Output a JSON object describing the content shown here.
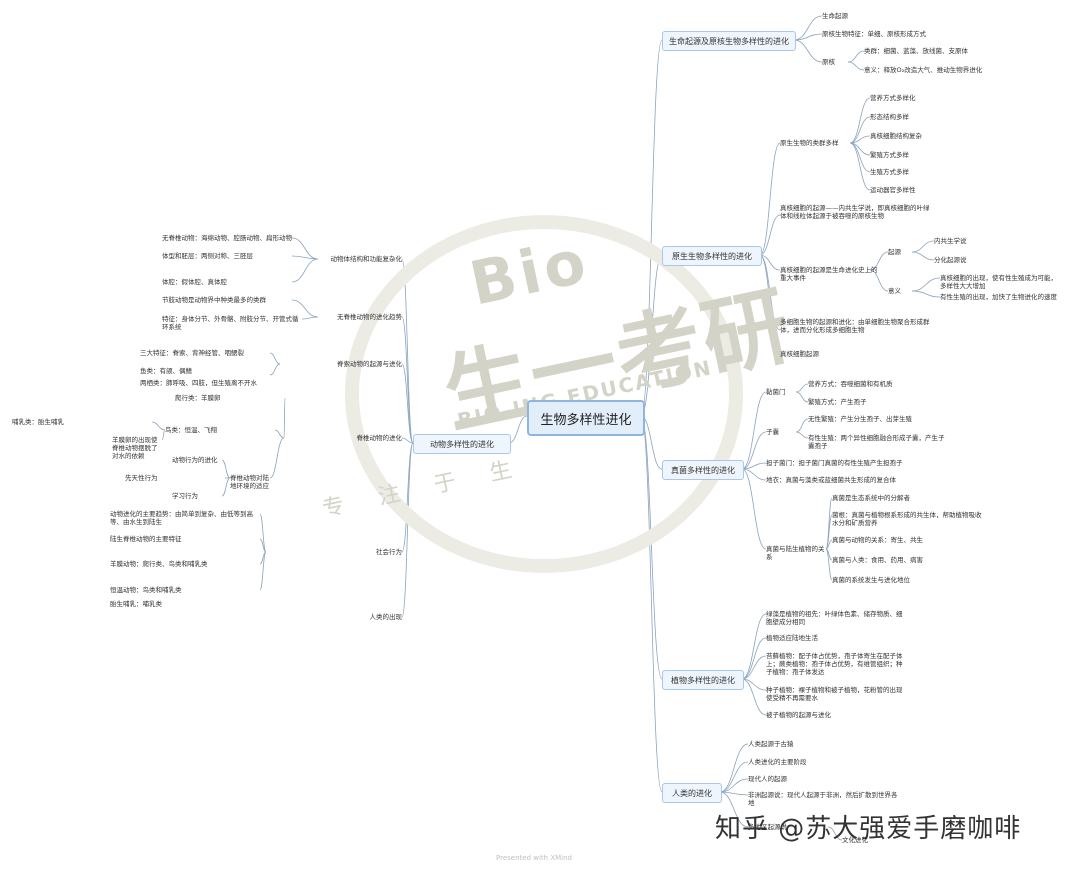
{
  "root": "生物多样性进化",
  "watermark": {
    "bio": "Bio",
    "brand": "生一考研",
    "english": "BIO-ING EDUCATION",
    "motto": "专 注 于 生"
  },
  "right_branches": [
    {
      "title": "生命起源及原核生物多样性的进化",
      "items": [
        {
          "text": "生命起源"
        },
        {
          "text": "原核生物特征：单细、原核形成方式"
        },
        {
          "text": "原核"
        },
        {
          "text": "类群：细菌、蓝藻、放线菌、支原体"
        },
        {
          "text": "意义：释放O₂改造大气、推动生物界进化"
        }
      ]
    },
    {
      "title": "原生生物多样性的进化",
      "items": [
        {
          "text": "原生生物的类群多样"
        },
        {
          "text": "营养方式多样化"
        },
        {
          "text": "形态结构多样"
        },
        {
          "text": "真核细胞结构复杂"
        },
        {
          "text": "繁殖方式多样"
        },
        {
          "text": "生殖方式多样"
        },
        {
          "text": "运动器官多样性"
        },
        {
          "text": "真核细胞的起源——内共生学说，即真核细胞的叶绿体和线粒体起源于被吞噬的原核生物"
        },
        {
          "text": "真核细胞的起源是生命进化史上的重大事件"
        },
        {
          "text": "起源"
        },
        {
          "text": "内共生学说"
        },
        {
          "text": "分化起源说"
        },
        {
          "text": "意义"
        },
        {
          "text": "真核细胞的出现，使有性生殖成为可能，多样性大大增加"
        },
        {
          "text": "有性生殖的出现，加快了生物进化的速度"
        },
        {
          "text": "多细胞生物的起源和进化：由单细胞生物聚合形成群体，进而分化形成多细胞生物"
        },
        {
          "text": "真核细胞起源"
        }
      ]
    },
    {
      "title": "真菌多样性的进化",
      "items": [
        {
          "text": "黏菌门"
        },
        {
          "text": "营养方式：吞噬细菌和有机质"
        },
        {
          "text": "繁殖方式：产生孢子"
        },
        {
          "text": "子囊"
        },
        {
          "text": "无性繁殖：产生分生孢子、出芽生殖"
        },
        {
          "text": "有性生殖：两个异性细胞融合形成子囊，产生子囊孢子"
        },
        {
          "text": "担子菌门：担子菌门真菌的有性生殖产生担孢子"
        },
        {
          "text": "地衣：真菌与藻类或蓝细菌共生形成的复合体"
        },
        {
          "text": "真菌与陆生植物的关系"
        },
        {
          "text": "真菌是生态系统中的分解者"
        },
        {
          "text": "菌根：真菌与植物根系形成的共生体，帮助植物吸收水分和矿质营养"
        },
        {
          "text": "真菌与动物的关系：寄生、共生"
        },
        {
          "text": "真菌与人类：食用、药用、病害"
        },
        {
          "text": "真菌的系统发生与进化地位"
        }
      ]
    },
    {
      "title": "植物多样性的进化",
      "items": [
        {
          "text": "绿藻是植物的祖先：叶绿体色素、储存物质、细胞壁成分相同"
        },
        {
          "text": "植物适应陆地生活"
        },
        {
          "text": "苔藓植物：配子体占优势，孢子体寄生在配子体上；蕨类植物：孢子体占优势，有维管组织；种子植物：孢子体发达"
        },
        {
          "text": "种子植物：裸子植物和被子植物，花粉管的出现使受精不再需要水"
        },
        {
          "text": "被子植物的起源与进化"
        }
      ]
    },
    {
      "title": "人类的进化",
      "items": [
        {
          "text": "人类起源于古猿"
        },
        {
          "text": "人类进化的主要阶段"
        },
        {
          "text": "现代人的起源"
        },
        {
          "text": "非洲起源说：现代人起源于非洲，然后扩散到世界各地"
        },
        {
          "text": "多地区起源说"
        },
        {
          "text": "文化进化"
        }
      ]
    }
  ],
  "left_branch": {
    "title": "动物多样性的进化",
    "items": [
      {
        "text": "动物体结构和功能复杂化"
      },
      {
        "text": "无脊椎动物：海绵动物、腔肠动物、扁形动物"
      },
      {
        "text": "体型和胚层：两侧对称、三胚层"
      },
      {
        "text": "体腔：假体腔、真体腔"
      },
      {
        "text": "无脊椎动物的进化趋势"
      },
      {
        "text": "节肢动物是动物界中种类最多的类群"
      },
      {
        "text": "特征：身体分节、外骨骼、附肢分节、开管式循环系统"
      },
      {
        "text": "脊索动物的起源与进化"
      },
      {
        "text": "三大特征：脊索、背神经管、咽鳃裂"
      },
      {
        "text": "鱼类：有颌、偶鳍"
      },
      {
        "text": "两栖类：肺呼吸、四肢，但生殖离不开水"
      },
      {
        "text": "脊椎动物的进化"
      },
      {
        "text": "爬行类：羊膜卵"
      },
      {
        "text": "鸟类：恒温、飞翔"
      },
      {
        "text": "哺乳类：胎生哺乳"
      },
      {
        "text": "羊膜卵的出现使脊椎动物摆脱了对水的依赖"
      },
      {
        "text": "脊椎动物对陆地环境的适应"
      },
      {
        "text": "动物行为的进化"
      },
      {
        "text": "先天性行为"
      },
      {
        "text": "学习行为"
      },
      {
        "text": "社会行为"
      },
      {
        "text": "动物进化的主要趋势：由简单到复杂、由低等到高等、由水生到陆生"
      },
      {
        "text": "陆生脊椎动物的主要特征"
      },
      {
        "text": "羊膜动物：爬行类、鸟类和哺乳类"
      },
      {
        "text": "恒温动物：鸟类和哺乳类"
      },
      {
        "text": "胎生哺乳：哺乳类"
      },
      {
        "text": "人类的出现"
      }
    ]
  },
  "footer": "Presented with XMind",
  "credit": "知乎 @苏大强爱手磨咖啡",
  "colors": {
    "line": "#8aa3bd",
    "box_border": "#a9c7e8",
    "box_fill": "#eef5fd",
    "root_border": "#8fb5de"
  }
}
